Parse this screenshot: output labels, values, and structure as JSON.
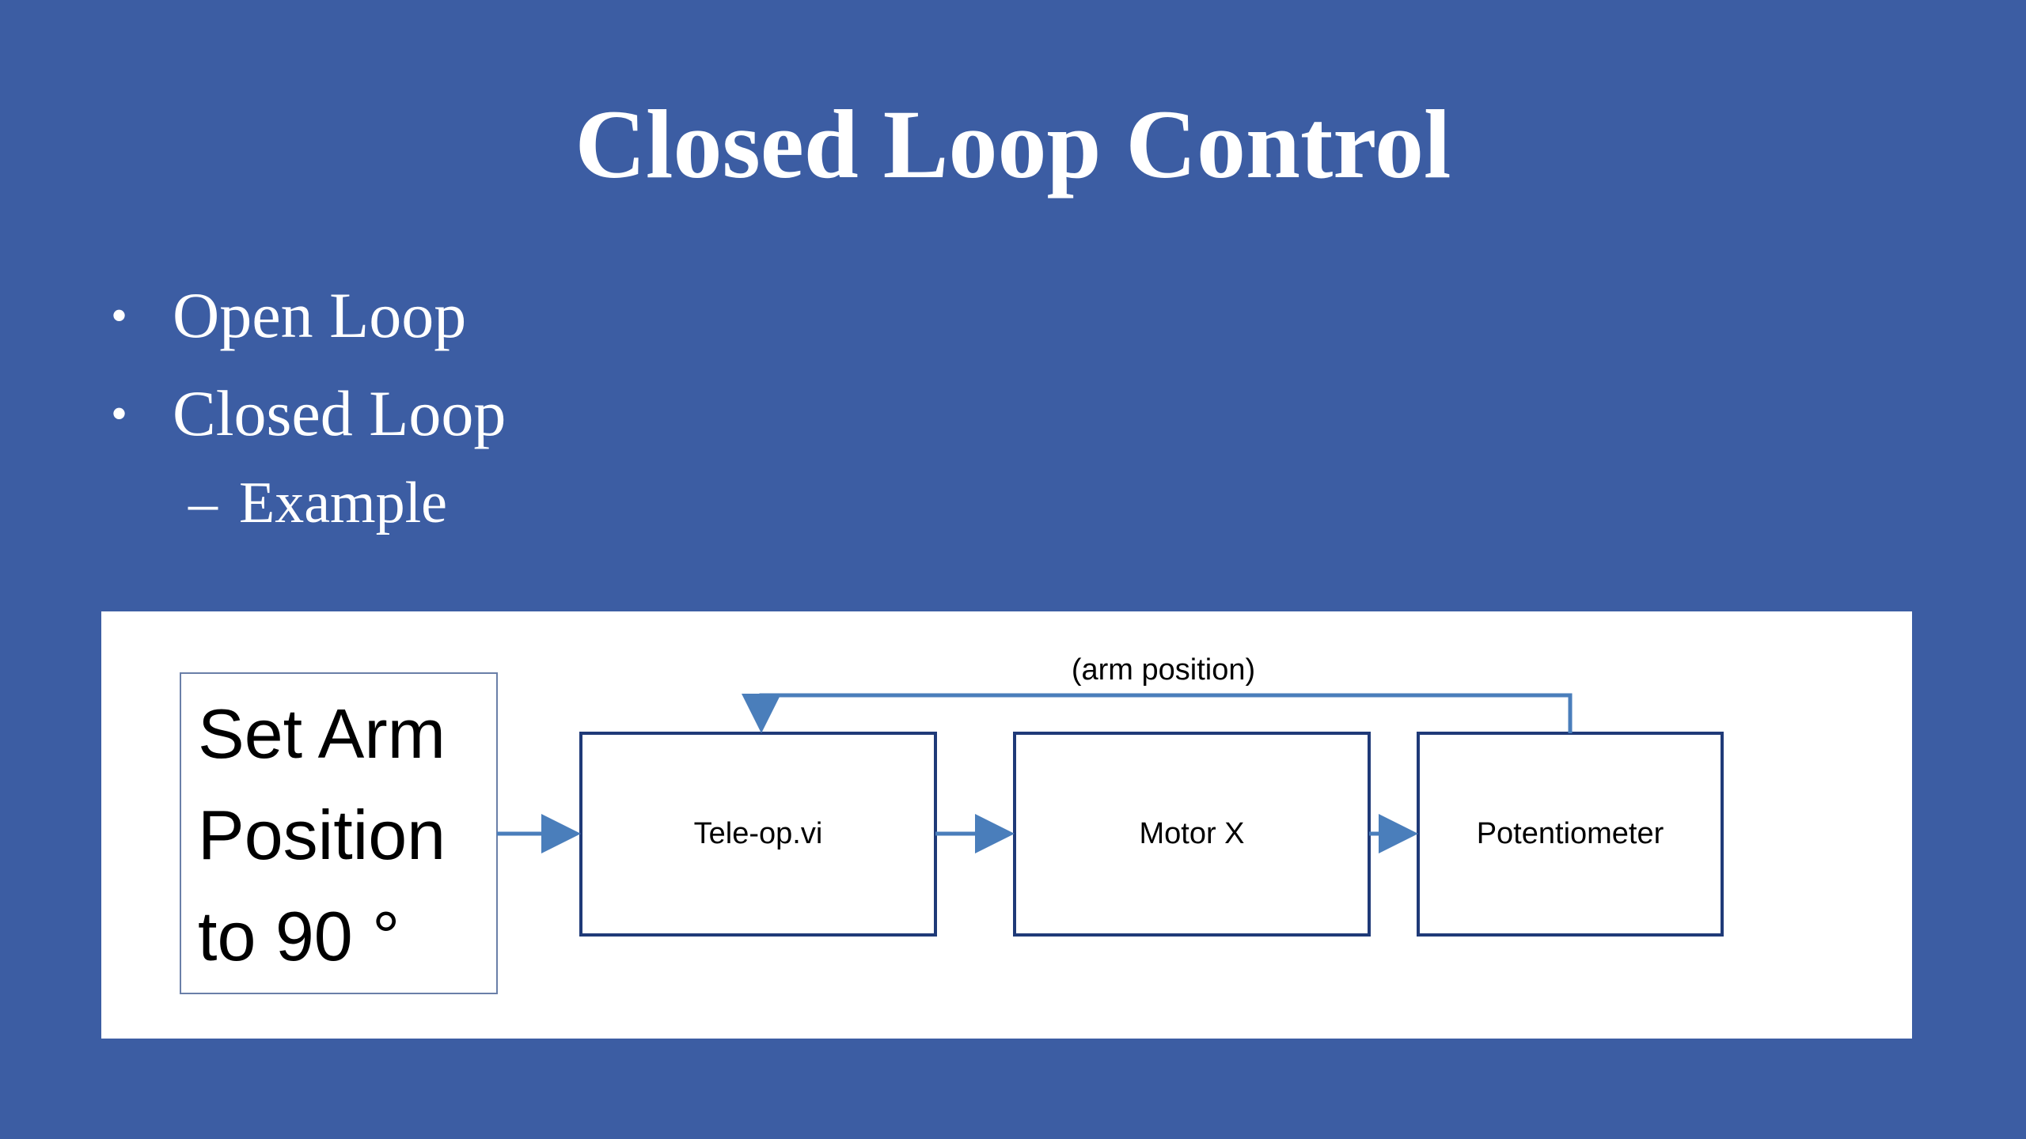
{
  "slide": {
    "title": "Closed Loop Control",
    "bullets": [
      {
        "label": "Open Loop"
      },
      {
        "label": "Closed Loop",
        "sub": "Example"
      }
    ]
  },
  "diagram": {
    "setpoint": {
      "lines": [
        "Set Arm",
        "Position",
        "to 90 °"
      ]
    },
    "blocks": [
      {
        "label": "Tele-op.vi"
      },
      {
        "label": "Motor X"
      },
      {
        "label": "Potentiometer"
      }
    ],
    "feedback_label": "(arm position)",
    "colors": {
      "arrow": "#4a7ebb",
      "block_border": "#1f3a78",
      "setpoint_border": "#6a7fa8"
    }
  }
}
